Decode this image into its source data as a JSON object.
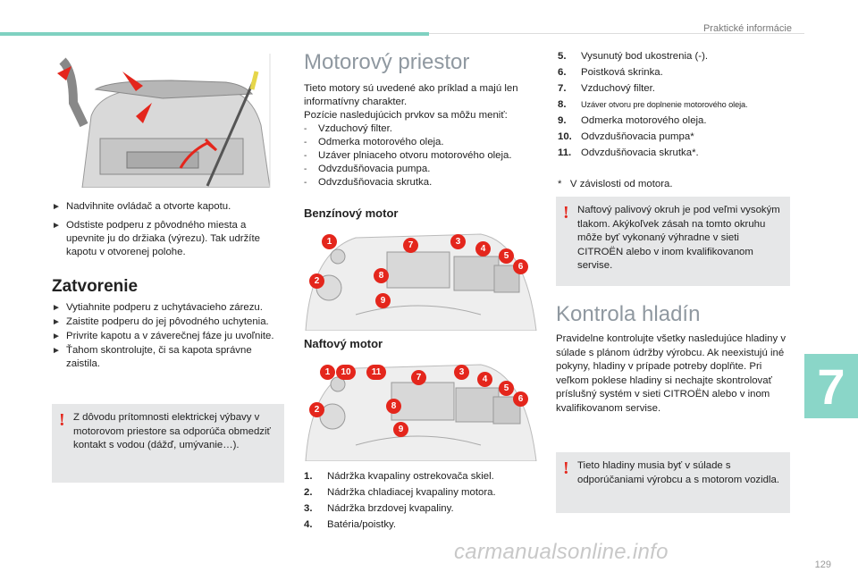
{
  "header": {
    "section": "Praktické informácie",
    "chapter": "7",
    "accent": "#7fd1c1"
  },
  "left": {
    "open_steps": [
      "Nadvihnite ovládač a otvorte kapotu.",
      "Odstiste podperu z pôvodného miesta a upevnite ju do držiaka (výrezu). Tak udržíte kapotu v otvorenej polohe."
    ],
    "close_title": "Zatvorenie",
    "close_steps": [
      "Vytiahnite podperu z uchytávacieho zárezu.",
      "Zaistite podperu do jej pôvodného uchytenia.",
      "Privrite kapotu a v záverečnej fáze ju uvoľnite.",
      "Ťahom skontrolujte, či sa kapota správne zaistila."
    ],
    "warning": "Z dôvodu prítomnosti elektrickej výbavy v motorovom priestore sa odporúča obmedziť kontakt s vodou (dážď, umývanie…)."
  },
  "middle": {
    "title": "Motorový priestor",
    "intro": "Tieto motory sú uvedené ako príklad a majú len informatívny charakter.",
    "intro2": "Pozície nasledujúcich prvkov sa môžu meniť:",
    "items": [
      "Vzduchový filter.",
      "Odmerka motorového oleja.",
      "Uzáver plniaceho otvoru motorového oleja.",
      "Odvzdušňovacia pumpa.",
      "Odvzdušňovacia skrutka."
    ],
    "petrol_title": "Benzínový motor",
    "diesel_title": "Naftový motor",
    "petrol_badges": [
      "1",
      "7",
      "3",
      "4",
      "5",
      "6",
      "8",
      "2",
      "9"
    ],
    "diesel_badges": [
      "1",
      "10",
      "11",
      "7",
      "3",
      "4",
      "5",
      "6",
      "8",
      "2",
      "9"
    ],
    "legend": [
      {
        "n": "1.",
        "t": "Nádržka kvapaliny ostrekovača skiel."
      },
      {
        "n": "2.",
        "t": "Nádržka chladiacej kvapaliny motora."
      },
      {
        "n": "3.",
        "t": "Nádržka brzdovej kvapaliny."
      },
      {
        "n": "4.",
        "t": "Batéria/poistky."
      }
    ]
  },
  "right": {
    "legend": [
      {
        "n": "5.",
        "t": "Vysunutý bod ukostrenia (-)."
      },
      {
        "n": "6.",
        "t": "Poistková skrinka."
      },
      {
        "n": "7.",
        "t": "Vzduchový filter."
      },
      {
        "n": "8.",
        "t": "Uzáver otvoru pre doplnenie motorového oleja."
      },
      {
        "n": "9.",
        "t": "Odmerka motorového oleja."
      },
      {
        "n": "10.",
        "t": "Odvzdušňovacia pumpa*"
      },
      {
        "n": "11.",
        "t": "Odvzdušňovacia skrutka*."
      }
    ],
    "footnote": "*   V závislosti od motora.",
    "warning1": "Naftový palivový okruh je pod veľmi vysokým tlakom. Akýkoľvek zásah na tomto okruhu môže byť vykonaný výhradne v sieti CITROËN alebo v inom kvalifikovanom servise.",
    "check_title": "Kontrola hladín",
    "check_text": "Pravidelne kontrolujte všetky nasledujúce hladiny v súlade s plánom údržby výrobcu. Ak neexistujú iné pokyny, hladiny v prípade potreby doplňte. Pri veľkom poklese hladiny si nechajte skontrolovať príslušný systém v sieti CITROËN alebo v inom kvalifikovanom servise.",
    "warning2": "Tieto hladiny musia byť v súlade s odporúčaniami výrobcu a s motorom vozidla."
  },
  "footer": {
    "page": "129",
    "watermark": "carmanualsonline.info"
  }
}
